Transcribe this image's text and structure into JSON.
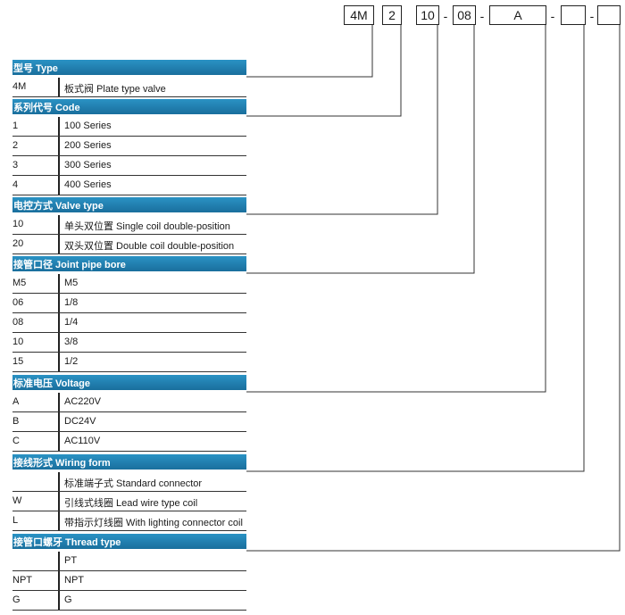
{
  "model_code": [
    "4M",
    "2",
    "10",
    "08",
    "A",
    "",
    ""
  ],
  "separator": "-",
  "sections": [
    {
      "title": "型号 Type",
      "rows": [
        {
          "code": "4M",
          "desc": "板式阀 Plate type valve"
        }
      ]
    },
    {
      "title": "系列代号 Code",
      "rows": [
        {
          "code": "1",
          "desc": "100 Series"
        },
        {
          "code": "2",
          "desc": "200 Series"
        },
        {
          "code": "3",
          "desc": "300 Series"
        },
        {
          "code": "4",
          "desc": "400 Series"
        }
      ]
    },
    {
      "title": "电控方式 Valve type",
      "rows": [
        {
          "code": "10",
          "desc": "单头双位置 Single coil double-position"
        },
        {
          "code": "20",
          "desc": "双头双位置 Double coil double-position"
        }
      ]
    },
    {
      "title": "接管口径 Joint pipe bore",
      "rows": [
        {
          "code": "M5",
          "desc": "M5"
        },
        {
          "code": "06",
          "desc": "1/8"
        },
        {
          "code": "08",
          "desc": "1/4"
        },
        {
          "code": "10",
          "desc": "3/8"
        },
        {
          "code": "15",
          "desc": "1/2"
        }
      ]
    },
    {
      "title": "标准电压 Voltage",
      "rows": [
        {
          "code": "A",
          "desc": "AC220V"
        },
        {
          "code": "B",
          "desc": "DC24V"
        },
        {
          "code": "C",
          "desc": "AC110V"
        }
      ]
    },
    {
      "title": "接线形式 Wiring form",
      "rows": [
        {
          "code": "",
          "desc": "标准端子式 Standard connector"
        },
        {
          "code": "W",
          "desc": "引线式线圈 Lead wire type coil"
        },
        {
          "code": "L",
          "desc": "带指示灯线圈 With lighting connector coil"
        }
      ]
    },
    {
      "title": "接管口螺牙 Thread type",
      "rows": [
        {
          "code": "",
          "desc": "PT"
        },
        {
          "code": "NPT",
          "desc": "NPT"
        },
        {
          "code": "G",
          "desc": "G"
        }
      ]
    }
  ],
  "colors": {
    "header_bg": "#1a7fb0",
    "header_text": "#ffffff",
    "line": "#333333"
  }
}
